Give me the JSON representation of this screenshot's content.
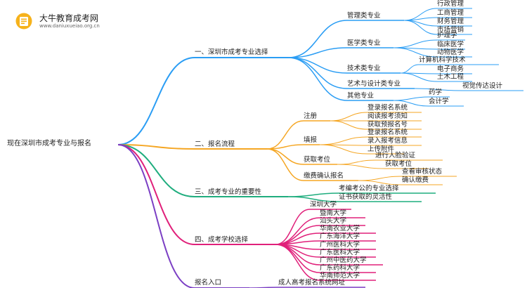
{
  "logo": {
    "title": "大牛教育成考网",
    "url": "www.daniuxueiao.org.cn",
    "icon": "book-icon"
  },
  "root": {
    "label": "现在深圳市成考专业与报名"
  },
  "branches": [
    {
      "label": "一、深圳市成考专业选择",
      "color": "#2a9df4",
      "children": [
        {
          "label": "管理类专业",
          "children": [
            "行政管理",
            "工商管理",
            "财务管理",
            "市场营销"
          ]
        },
        {
          "label": "医学类专业",
          "children": [
            "护理学",
            "临床医学",
            "动物医学"
          ]
        },
        {
          "label": "技术类专业",
          "children": [
            "计算机科学技术",
            "电子商务",
            "土木工程"
          ]
        },
        {
          "label": "艺术与设计类专业",
          "children": [
            "视觉传达设计"
          ]
        },
        {
          "label": "其他专业",
          "children": [
            "药学",
            "会计学"
          ]
        }
      ]
    },
    {
      "label": "二、报名流程",
      "color": "#f5a623",
      "children": [
        {
          "label": "注册",
          "children": [
            "登录报名系统",
            "阅读报考须知",
            "获取预报名号"
          ]
        },
        {
          "label": "填报",
          "children": [
            "登录报名系统",
            "录入报考信息",
            "上传附件"
          ]
        },
        {
          "label": "获取考位",
          "children": [
            "进行人脸验证",
            "获取考位"
          ]
        },
        {
          "label": "缴费确认报名",
          "children": [
            "查看审核状态",
            "确认缴费"
          ]
        }
      ]
    },
    {
      "label": "三、成考专业的重要性",
      "color": "#1fad7e",
      "children": [
        {
          "label": "考编考公的专业选择",
          "children": []
        },
        {
          "label": "证书获取的灵活性",
          "children": []
        }
      ]
    },
    {
      "label": "四、成考学校选择",
      "color": "#e0207a",
      "children": [
        {
          "label": "深圳大学",
          "children": []
        },
        {
          "label": "暨南大学",
          "children": []
        },
        {
          "label": "汕头大学",
          "children": []
        },
        {
          "label": "华南农业大学",
          "children": []
        },
        {
          "label": "广东海洋大学",
          "children": []
        },
        {
          "label": "广州医科大学",
          "children": []
        },
        {
          "label": "广东医科大学",
          "children": []
        },
        {
          "label": "广州中医药大学",
          "children": []
        },
        {
          "label": "广东药科大学",
          "children": []
        },
        {
          "label": "华南师范大学",
          "children": []
        }
      ]
    },
    {
      "label": "报名入口",
      "color": "#7b3fc4",
      "children": [
        {
          "label": "成人高考报名系统网址",
          "children": []
        }
      ]
    }
  ]
}
